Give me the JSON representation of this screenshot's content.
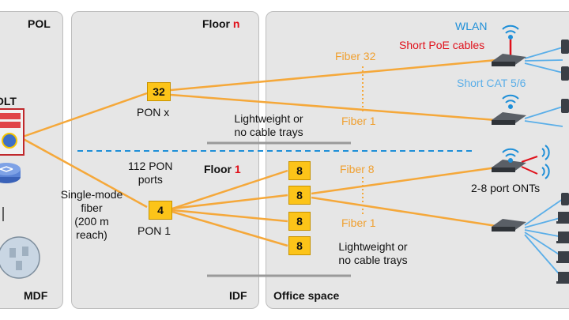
{
  "panels": {
    "pol": {
      "title": "POL",
      "bottom": "MDF"
    },
    "floor": {
      "title_prefix": "Floor ",
      "n": "n",
      "one": "1",
      "bottom": "IDF"
    },
    "office": {
      "bottom": "Office space"
    }
  },
  "olt_label": "OLT",
  "pon_x": {
    "count": "32",
    "label": "PON x"
  },
  "pon_1": {
    "count": "4",
    "label": "PON 1"
  },
  "pon_ports": "112 PON\nports",
  "fiber_note": "Single-mode\nfiber\n(200 m\nreach)",
  "tray_top": "Lightweight or\nno cable trays",
  "tray_bottom": "Lightweight or\nno cable trays",
  "fiber_labels": {
    "f32": "Fiber 32",
    "f1a": "Fiber 1",
    "f8": "Fiber 8",
    "f1b": "Fiber 1"
  },
  "splitters_8": [
    "8",
    "8",
    "8",
    "8"
  ],
  "wlan": "WLAN",
  "poe": "Short PoE cables",
  "cat": "Short CAT 5/6",
  "ont_label": "2-8 port ONTs",
  "colors": {
    "fiber": "#f5a83a",
    "splitter": "#fcc419",
    "panel": "#e6e6e6",
    "cat": "#5aaee8",
    "poe": "#e0101a",
    "wifi": "#1e8fd8",
    "dashed": "#1e8fd8"
  }
}
